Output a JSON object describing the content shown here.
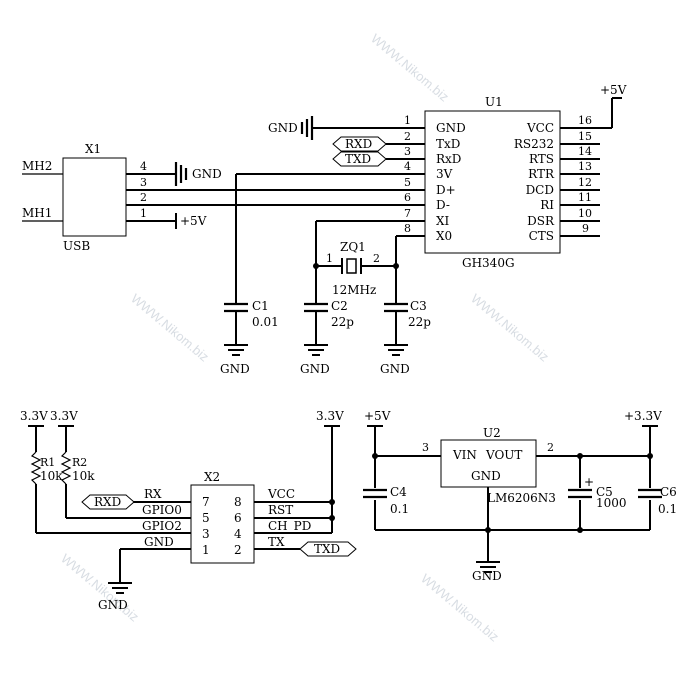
{
  "watermark": "WWW.Nikom.biz",
  "u1": {
    "ref": "U1",
    "part": "GH340G",
    "pins": [
      {
        "num": "1",
        "name": "GND"
      },
      {
        "num": "2",
        "name": "TxD"
      },
      {
        "num": "3",
        "name": "RxD"
      },
      {
        "num": "4",
        "name": "3V"
      },
      {
        "num": "5",
        "name": "D+"
      },
      {
        "num": "6",
        "name": "D-"
      },
      {
        "num": "7",
        "name": "XI"
      },
      {
        "num": "8",
        "name": "X0"
      },
      {
        "num": "16",
        "name": "VCC"
      },
      {
        "num": "15",
        "name": "RS232"
      },
      {
        "num": "14",
        "name": "RTS"
      },
      {
        "num": "13",
        "name": "RTR"
      },
      {
        "num": "12",
        "name": "DCD"
      },
      {
        "num": "11",
        "name": "RI"
      },
      {
        "num": "10",
        "name": "DSR"
      },
      {
        "num": "9",
        "name": "CTS"
      }
    ],
    "gnd_label": "GND",
    "vcc_label": "+5V",
    "rxd_tag": "RXD",
    "txd_tag": "TXD"
  },
  "x1": {
    "ref": "X1",
    "part": "USB",
    "mh2": "MH2",
    "mh1": "MH1",
    "pins": [
      "4",
      "3",
      "2",
      "1"
    ],
    "gnd_label": "GND",
    "vcc_label": "+5V"
  },
  "c1": {
    "ref": "C1",
    "value": "0.01",
    "gnd": "GND"
  },
  "zq1": {
    "ref": "ZQ1",
    "value": "12MHz",
    "pin1": "1",
    "pin2": "2"
  },
  "c2": {
    "ref": "C2",
    "value": "22p",
    "gnd": "GND"
  },
  "c3": {
    "ref": "C3",
    "value": "22p",
    "gnd": "GND"
  },
  "x2": {
    "ref": "X2",
    "left_pins": [
      {
        "num": "7",
        "name": "RX"
      },
      {
        "num": "5",
        "name": "GPIO0"
      },
      {
        "num": "3",
        "name": "GPIO2"
      },
      {
        "num": "1",
        "name": "GND"
      }
    ],
    "right_pins": [
      {
        "num": "8",
        "name": "VCC"
      },
      {
        "num": "6",
        "name": "RST"
      },
      {
        "num": "4",
        "name": "CH_PD"
      },
      {
        "num": "2",
        "name": "TX"
      }
    ],
    "rxd_tag": "RXD",
    "txd_tag": "TXD",
    "vcc_label": "3.3V",
    "gnd_label": "GND"
  },
  "r1": {
    "ref": "R1",
    "value": "10k",
    "rail": "3.3V"
  },
  "r2": {
    "ref": "R2",
    "value": "10k",
    "rail": "3.3V"
  },
  "u2": {
    "ref": "U2",
    "part": "LM6206N3",
    "vin": "VIN",
    "vout": "VOUT",
    "gnd_pin": "GND",
    "pin_in": "3",
    "pin_out": "2",
    "in_rail": "+5V",
    "out_rail": "+3.3V",
    "gnd_label": "GND"
  },
  "c4": {
    "ref": "C4",
    "value": "0.1"
  },
  "c5": {
    "ref": "C5",
    "value": "1000"
  },
  "c6": {
    "ref": "C6",
    "value": "0.1"
  }
}
